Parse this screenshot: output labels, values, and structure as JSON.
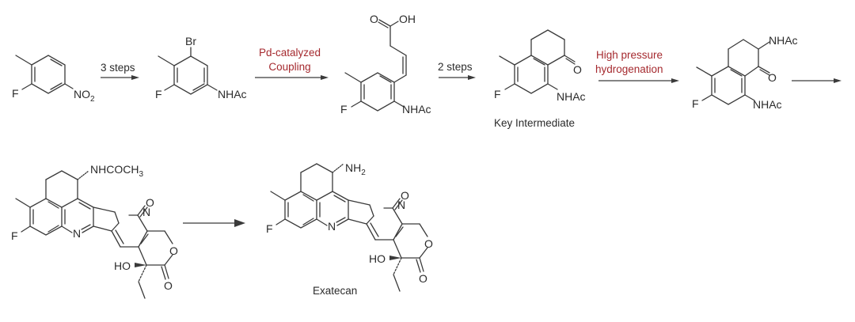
{
  "diagram": {
    "type": "chemical-synthesis-scheme",
    "colors": {
      "reagent_text": "#a52a2f",
      "structure": "#3a3a3a",
      "background": "#ffffff"
    },
    "compounds": [
      {
        "id": "c1",
        "substituents": {
          "f": "F",
          "no2": "NO",
          "no2_sub": "2"
        }
      },
      {
        "id": "c2",
        "substituents": {
          "br": "Br",
          "f": "F",
          "nhac": "NHAc"
        }
      },
      {
        "id": "c3",
        "substituents": {
          "o": "O",
          "oh": "OH",
          "f": "F",
          "nhac": "NHAc"
        }
      },
      {
        "id": "c4",
        "label": "Key Intermediate",
        "substituents": {
          "o": "O",
          "f": "F",
          "nhac": "NHAc"
        }
      },
      {
        "id": "c5",
        "substituents": {
          "nhac_top": "NHAc",
          "o": "O",
          "f": "F",
          "nhac": "NHAc"
        }
      },
      {
        "id": "c6",
        "substituents": {
          "nh": "NHCOCH",
          "nh_sub": "3",
          "o1": "O",
          "n_ring": "N",
          "n_quin": "N",
          "o_ring": "O",
          "o2": "O",
          "ho": "HO",
          "f": "F"
        }
      },
      {
        "id": "c7",
        "label": "Exatecan",
        "substituents": {
          "nh2": "NH",
          "nh2_sub": "2",
          "o1": "O",
          "n_ring": "N",
          "n_quin": "N",
          "o_ring": "O",
          "o2": "O",
          "ho": "HO",
          "f": "F"
        }
      }
    ],
    "arrows": [
      {
        "from": "c1",
        "to": "c2",
        "label": "3 steps",
        "highlight": false
      },
      {
        "from": "c2",
        "to": "c3",
        "label_line1": "Pd-catalyzed",
        "label_line2": "Coupling",
        "highlight": true
      },
      {
        "from": "c3",
        "to": "c4",
        "label": "2 steps",
        "highlight": false
      },
      {
        "from": "c4",
        "to": "c5",
        "label_line1": "High pressure",
        "label_line2": "hydrogenation",
        "highlight": true
      },
      {
        "from": "c5",
        "to": "c6",
        "label": "",
        "highlight": false
      },
      {
        "from": "c6",
        "to": "c7",
        "label": "",
        "highlight": false
      }
    ]
  }
}
